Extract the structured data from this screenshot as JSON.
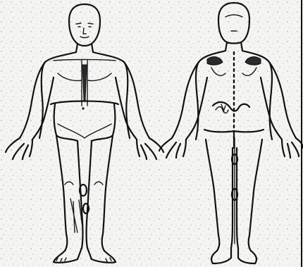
{
  "figures": [
    {
      "view": "front",
      "icon": "body-front-outline"
    },
    {
      "view": "back",
      "icon": "body-back-outline"
    }
  ],
  "colors": {
    "line": "#111111",
    "paper": "#f4f4f2",
    "noise": "#9a9a9a"
  }
}
